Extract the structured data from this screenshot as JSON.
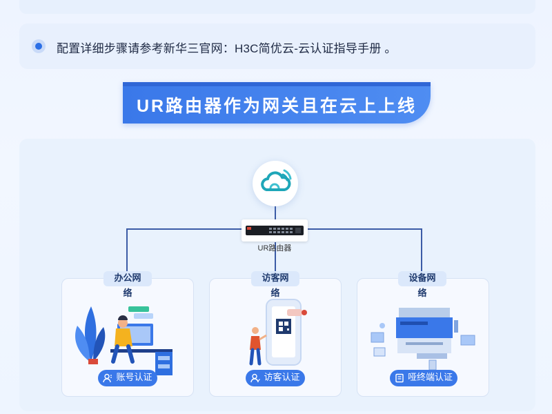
{
  "note": {
    "text": "配置详细步骤请参考新华三官网：H3C简优云-云认证指导手册 。"
  },
  "banner": {
    "title": "UR路由器作为网关且在云上上线"
  },
  "router": {
    "label": "UR路由器"
  },
  "networks": [
    {
      "name": "办公网络",
      "auth": "账号认证"
    },
    {
      "name": "访客网络",
      "auth": "访客认证"
    },
    {
      "name": "设备网络",
      "auth": "哑终端认证"
    }
  ],
  "colors": {
    "accent": "#3a78e9",
    "line": "#3b5ba6",
    "panel_bg": "#e9f2fd"
  },
  "icons": [
    "cloud-icon",
    "router-icon",
    "user-icon",
    "guest-icon",
    "device-icon"
  ]
}
